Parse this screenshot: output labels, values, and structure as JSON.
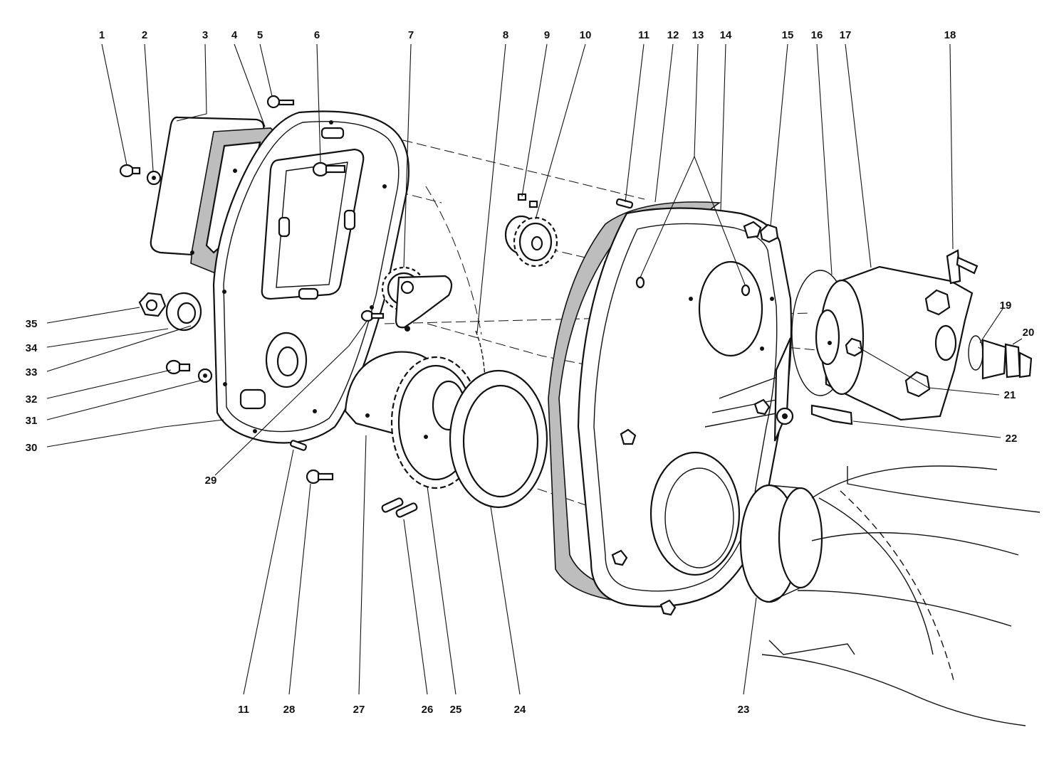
{
  "labels": {
    "n1": "1",
    "n2": "2",
    "n3": "3",
    "n4": "4",
    "n5": "5",
    "n6": "6",
    "n7": "7",
    "n8": "8",
    "n9": "9",
    "n10": "10",
    "n11a": "11",
    "n12": "12",
    "n13": "13",
    "n14": "14",
    "n15": "15",
    "n16": "16",
    "n17": "17",
    "n18": "18",
    "n19": "19",
    "n20": "20",
    "n21": "21",
    "n22": "22",
    "n23": "23",
    "n24": "24",
    "n25": "25",
    "n26": "26",
    "n27": "27",
    "n28": "28",
    "n11b": "11",
    "n29": "29",
    "n30": "30",
    "n31": "31",
    "n32": "32",
    "n33": "33",
    "n34": "34",
    "n35": "35"
  }
}
